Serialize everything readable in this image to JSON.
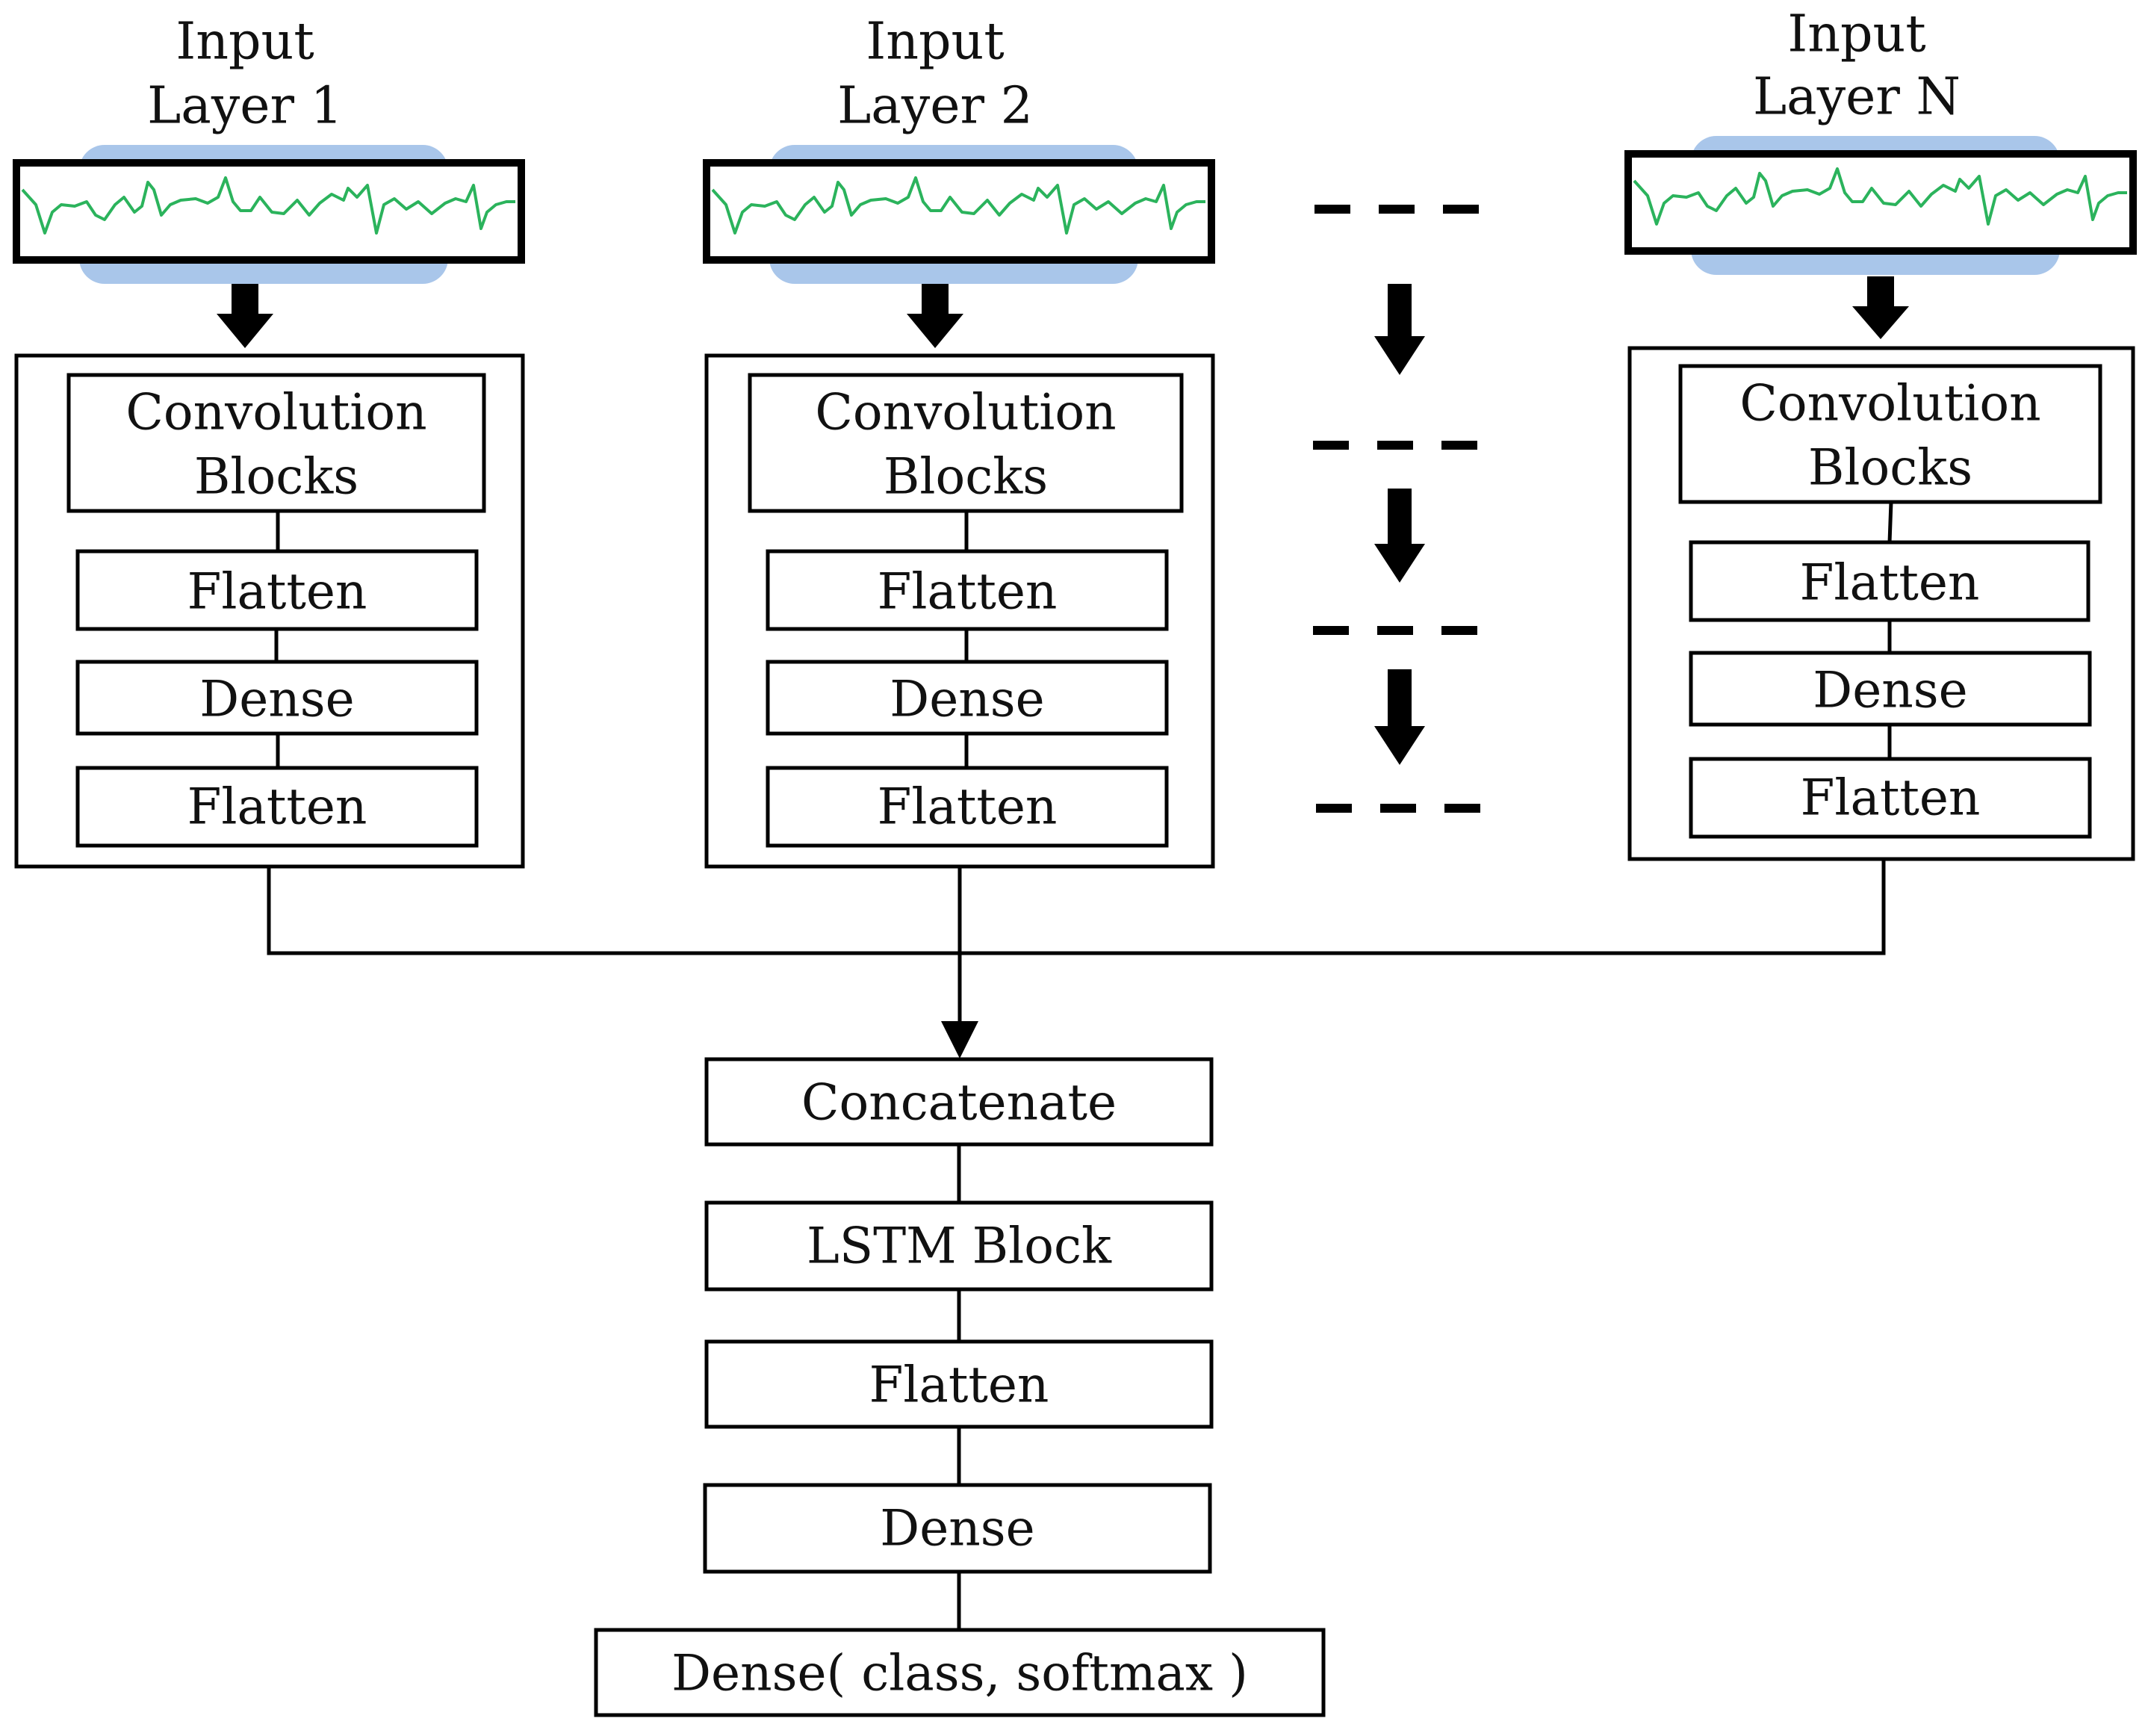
{
  "branches": [
    {
      "input_title_line1": "Input",
      "input_title_line2": "Layer 1",
      "conv_line1": "Convolution",
      "conv_line2": "Blocks",
      "flatten1": "Flatten",
      "dense": "Dense",
      "flatten2": "Flatten"
    },
    {
      "input_title_line1": "Input",
      "input_title_line2": "Layer 2",
      "conv_line1": "Convolution",
      "conv_line2": "Blocks",
      "flatten1": "Flatten",
      "dense": "Dense",
      "flatten2": "Flatten"
    },
    {
      "input_title_line1": "Input",
      "input_title_line2": "Layer N",
      "conv_line1": "Convolution",
      "conv_line2": "Blocks",
      "flatten1": "Flatten",
      "dense": "Dense",
      "flatten2": "Flatten"
    }
  ],
  "head": {
    "concatenate": "Concatenate",
    "lstm": "LSTM Block",
    "flatten": "Flatten",
    "dense": "Dense",
    "output": "Dense( class, softmax )"
  },
  "colors": {
    "signal": "#2bb35c",
    "signal_glow": "#a9c6ea"
  },
  "icons": {
    "branch_arrow": "down-arrow-icon",
    "ellipsis": "dashed-ellipsis"
  }
}
